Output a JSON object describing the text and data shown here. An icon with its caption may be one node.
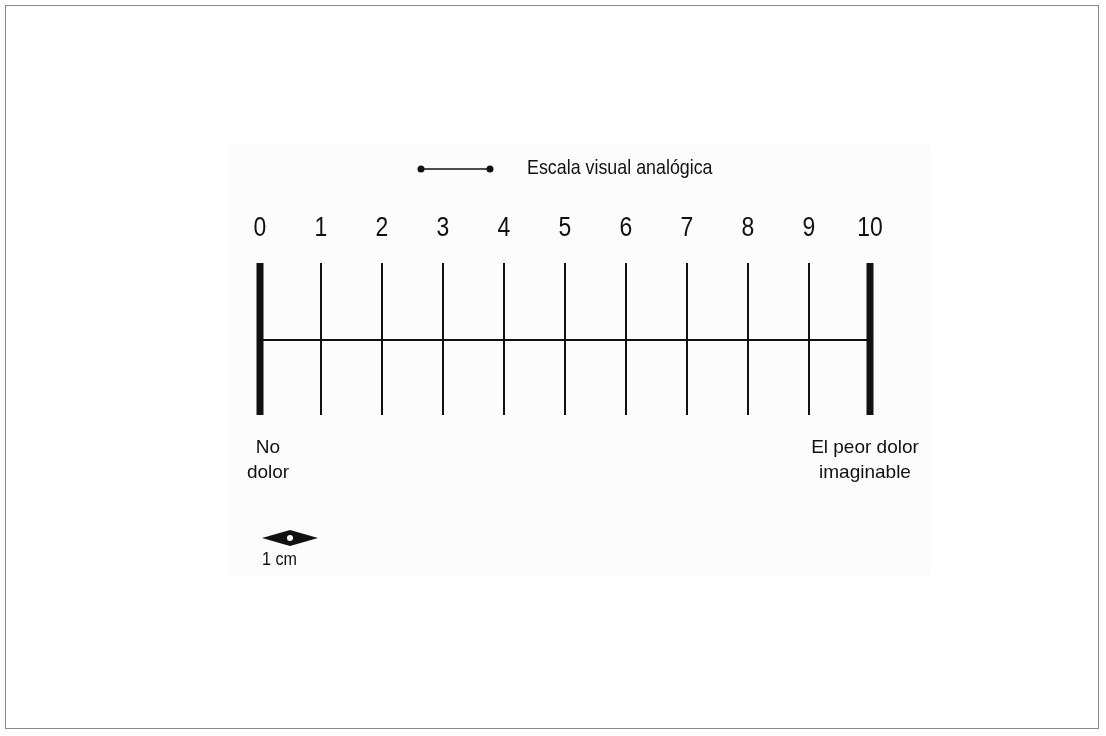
{
  "diagram": {
    "labels": [
      "0",
      "1",
      "2",
      "3",
      "4",
      "5",
      "6",
      "7",
      "8",
      "9",
      "10",
      "No dolor",
      "El peor dolor imaginable",
      "1 cm"
    ],
    "legend": [
      {
        "text": "Escala visual analógica"
      }
    ]
  }
}
